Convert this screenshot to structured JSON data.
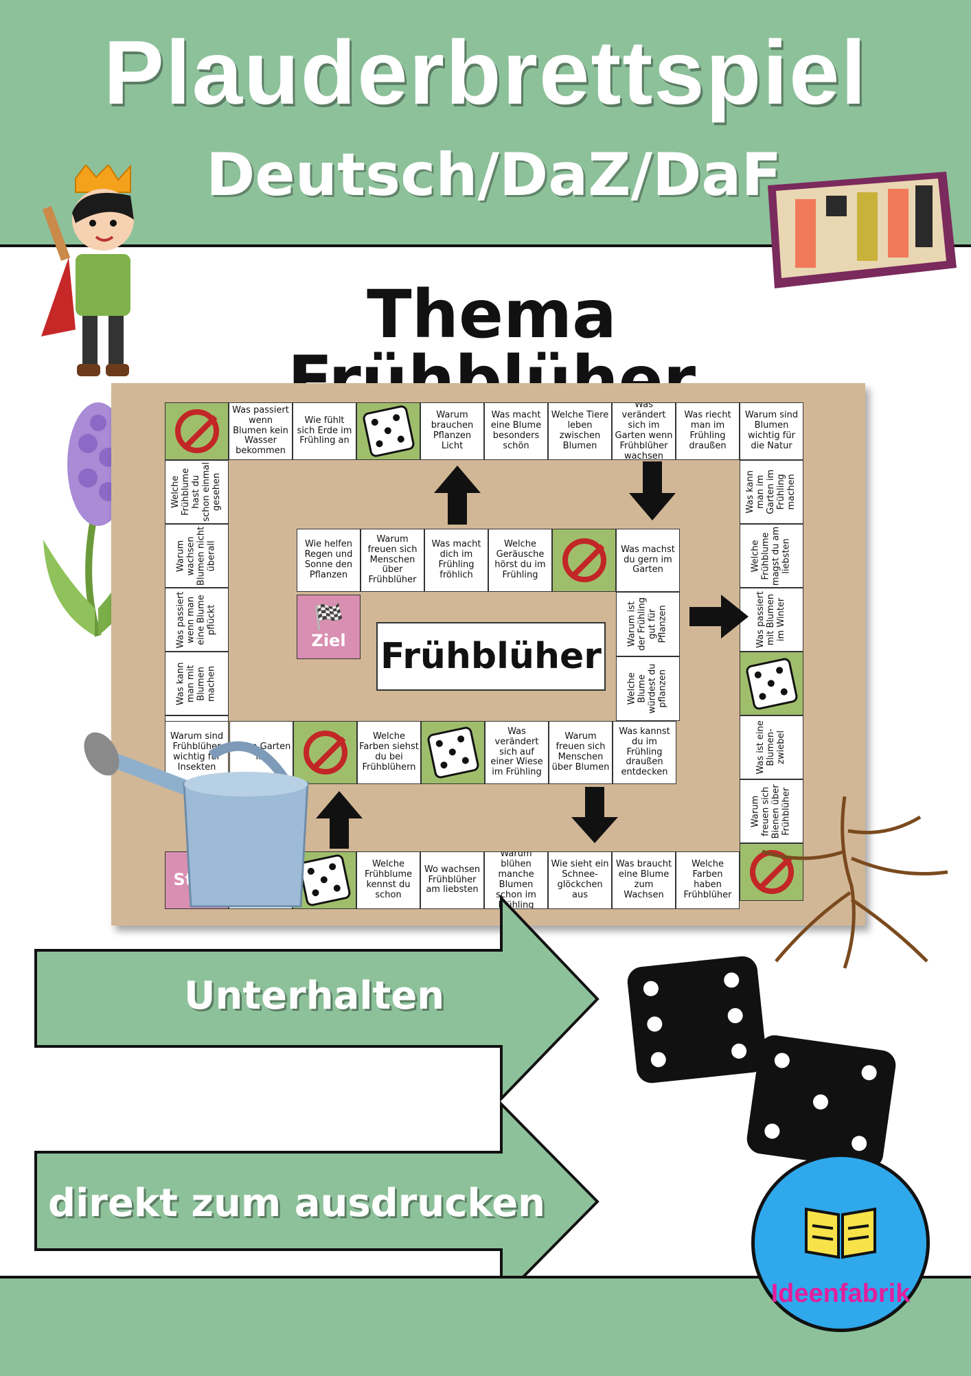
{
  "header": {
    "title": "Plauderbrettspiel",
    "subtitle": "Deutsch/DaZ/DaF",
    "theme": "Thema Frühblüher"
  },
  "board": {
    "center_label": "Frühblüher",
    "finish_label": "Ziel",
    "start_label": "Start",
    "outer_top": [
      {
        "type": "stop"
      },
      {
        "type": "text",
        "text": "Was passiert wenn Blumen kein Wasser bekommen"
      },
      {
        "type": "text",
        "text": "Wie fühlt sich Erde im Frühling an"
      },
      {
        "type": "dice"
      },
      {
        "type": "text",
        "text": "Warum brauchen Pflanzen Licht"
      },
      {
        "type": "text",
        "text": "Was macht eine Blume besonders schön"
      },
      {
        "type": "text",
        "text": "Welche Tiere leben zwischen Blumen"
      },
      {
        "type": "text",
        "text": "Was verändert sich im Garten wenn Frühblüher wachsen"
      },
      {
        "type": "text",
        "text": "Was riecht man im Frühling draußen"
      },
      {
        "type": "text",
        "text": "Warum sind Blumen wichtig für die Natur"
      }
    ],
    "outer_right": [
      "Was kann man im Garten im Frühling machen",
      "Welche Frühblume magst du am liebsten",
      "Was passiert mit Blumen im Winter",
      "",
      "Was ist eine Blumen-zwiebel",
      "Warum freuen sich Bienen über Frühblüher"
    ],
    "outer_left": [
      "Welche Frühblume hast du schon einmal gesehen",
      "Warum wachsen Blumen nicht überall",
      "Was passiert wenn man eine Blume pflückt",
      "Was kann man mit Blumen machen",
      "Warum sind Frühblüher wichtig für Insekten"
    ],
    "outer_bottom": [
      "",
      "",
      "",
      "Welche Frühblume kennst du schon",
      "Wo wachsen Frühblüher am liebsten",
      "Warum blühen manche Blumen schon im Frühling",
      "Wie sieht ein Schnee-glöckchen aus",
      "Was braucht eine Blume zum Wachsen",
      "Welche Farben haben Frühblüher",
      ""
    ],
    "inner_top": [
      "Wie helfen Regen und Sonne den Pflanzen",
      "Warum freuen sich Menschen über Frühblüher",
      "Was macht dich im Frühling fröhlich",
      "Welche Geräusche hörst du im Frühling",
      "",
      "Was machst du gern im Garten"
    ],
    "inner_right": [
      "Warum ist der Frühling gut für Pflanzen",
      "Welche Blume würdest du pflanzen"
    ],
    "inner_bottom": [
      "du im Garten im",
      "",
      "Welche Farben siehst du bei Frühblühern",
      "",
      "Was verändert sich auf einer Wiese im Frühling",
      "Warum freuen sich Menschen über Blumen",
      "Was kannst du im Frühling draußen entdecken"
    ]
  },
  "banners": {
    "first": "Unterhalten",
    "second": "direkt zum ausdrucken"
  },
  "logo": {
    "text": "Ideenfabrik"
  },
  "colors": {
    "band": "#8dc19a",
    "board": "#d2b796",
    "stop_cell": "#9fbe6c",
    "finish_cell": "#d98fb1",
    "logo_circle": "#2fa8ec",
    "logo_text": "#e21f9d"
  }
}
